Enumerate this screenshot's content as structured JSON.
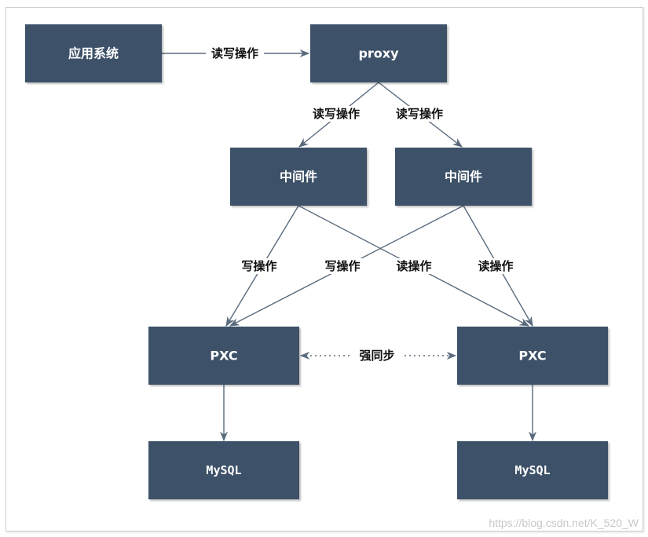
{
  "nodes": {
    "app": "应用系统",
    "proxy": "proxy",
    "middleware_left": "中间件",
    "middleware_right": "中间件",
    "pxc_left": "PXC",
    "pxc_right": "PXC",
    "mysql_left": "MySQL",
    "mysql_right": "MySQL"
  },
  "edges": {
    "app_to_proxy": "读写操作",
    "proxy_to_mw_left": "读写操作",
    "proxy_to_mw_right": "读写操作",
    "mw_left_write": "写操作",
    "mw_right_write": "写操作",
    "mw_left_read": "读操作",
    "mw_right_read": "读操作",
    "pxc_sync": "强同步"
  },
  "colors": {
    "node_fill": "#3d5168",
    "edge": "#5a6b7d"
  },
  "watermark": "https://blog.csdn.net/K_520_W"
}
